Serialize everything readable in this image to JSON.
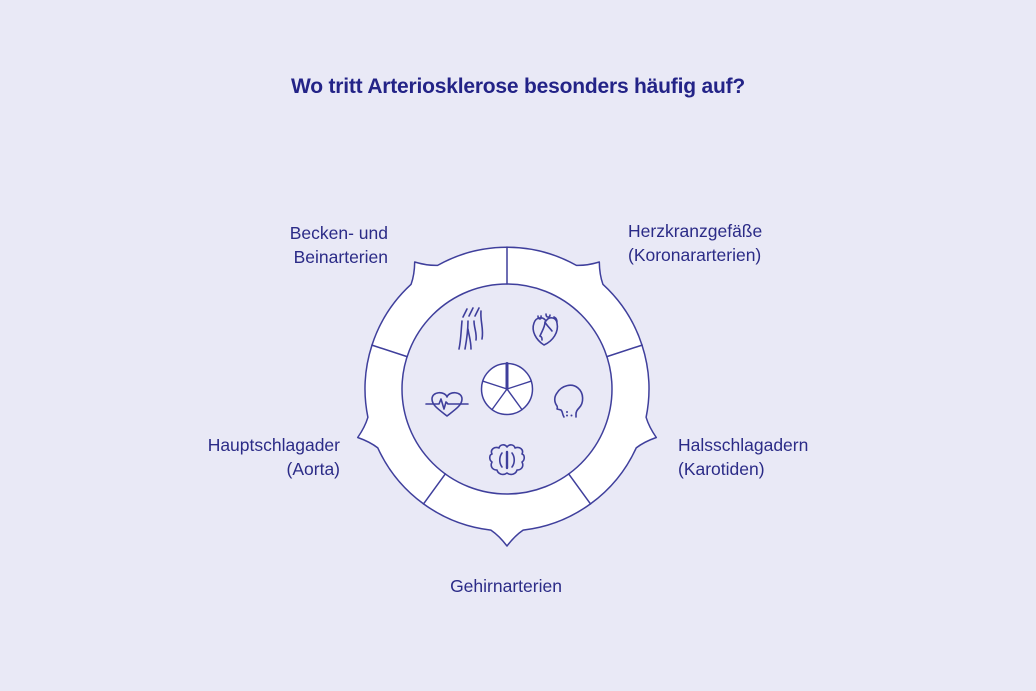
{
  "title": "Wo tritt Arteriosklerose besonders häufig auf?",
  "diagram": {
    "type": "cycle-wheel",
    "segments": 5,
    "labels": {
      "pelvic_leg": {
        "line1": "Becken- und",
        "line2": "Beinarterien"
      },
      "coronary": {
        "line1": "Herzkranzgefäße",
        "line2": "(Koronararterien)"
      },
      "aorta": {
        "line1": "Hauptschlagader",
        "line2": "(Aorta)"
      },
      "carotid": {
        "line1": "Halsschlagadern",
        "line2": "(Karotiden)"
      },
      "cerebral": {
        "line1": "Gehirnarterien"
      }
    },
    "icons": [
      "leg-arteries-icon",
      "heart-icon",
      "heart-pulse-icon",
      "head-profile-icon",
      "brain-icon",
      "segmented-wheel-icon"
    ]
  },
  "colors": {
    "background": "#e9e9f6",
    "stroke": "#3f3f9c",
    "ring_fill": "#ffffff",
    "text": "#2b2b87",
    "title": "#232387"
  }
}
